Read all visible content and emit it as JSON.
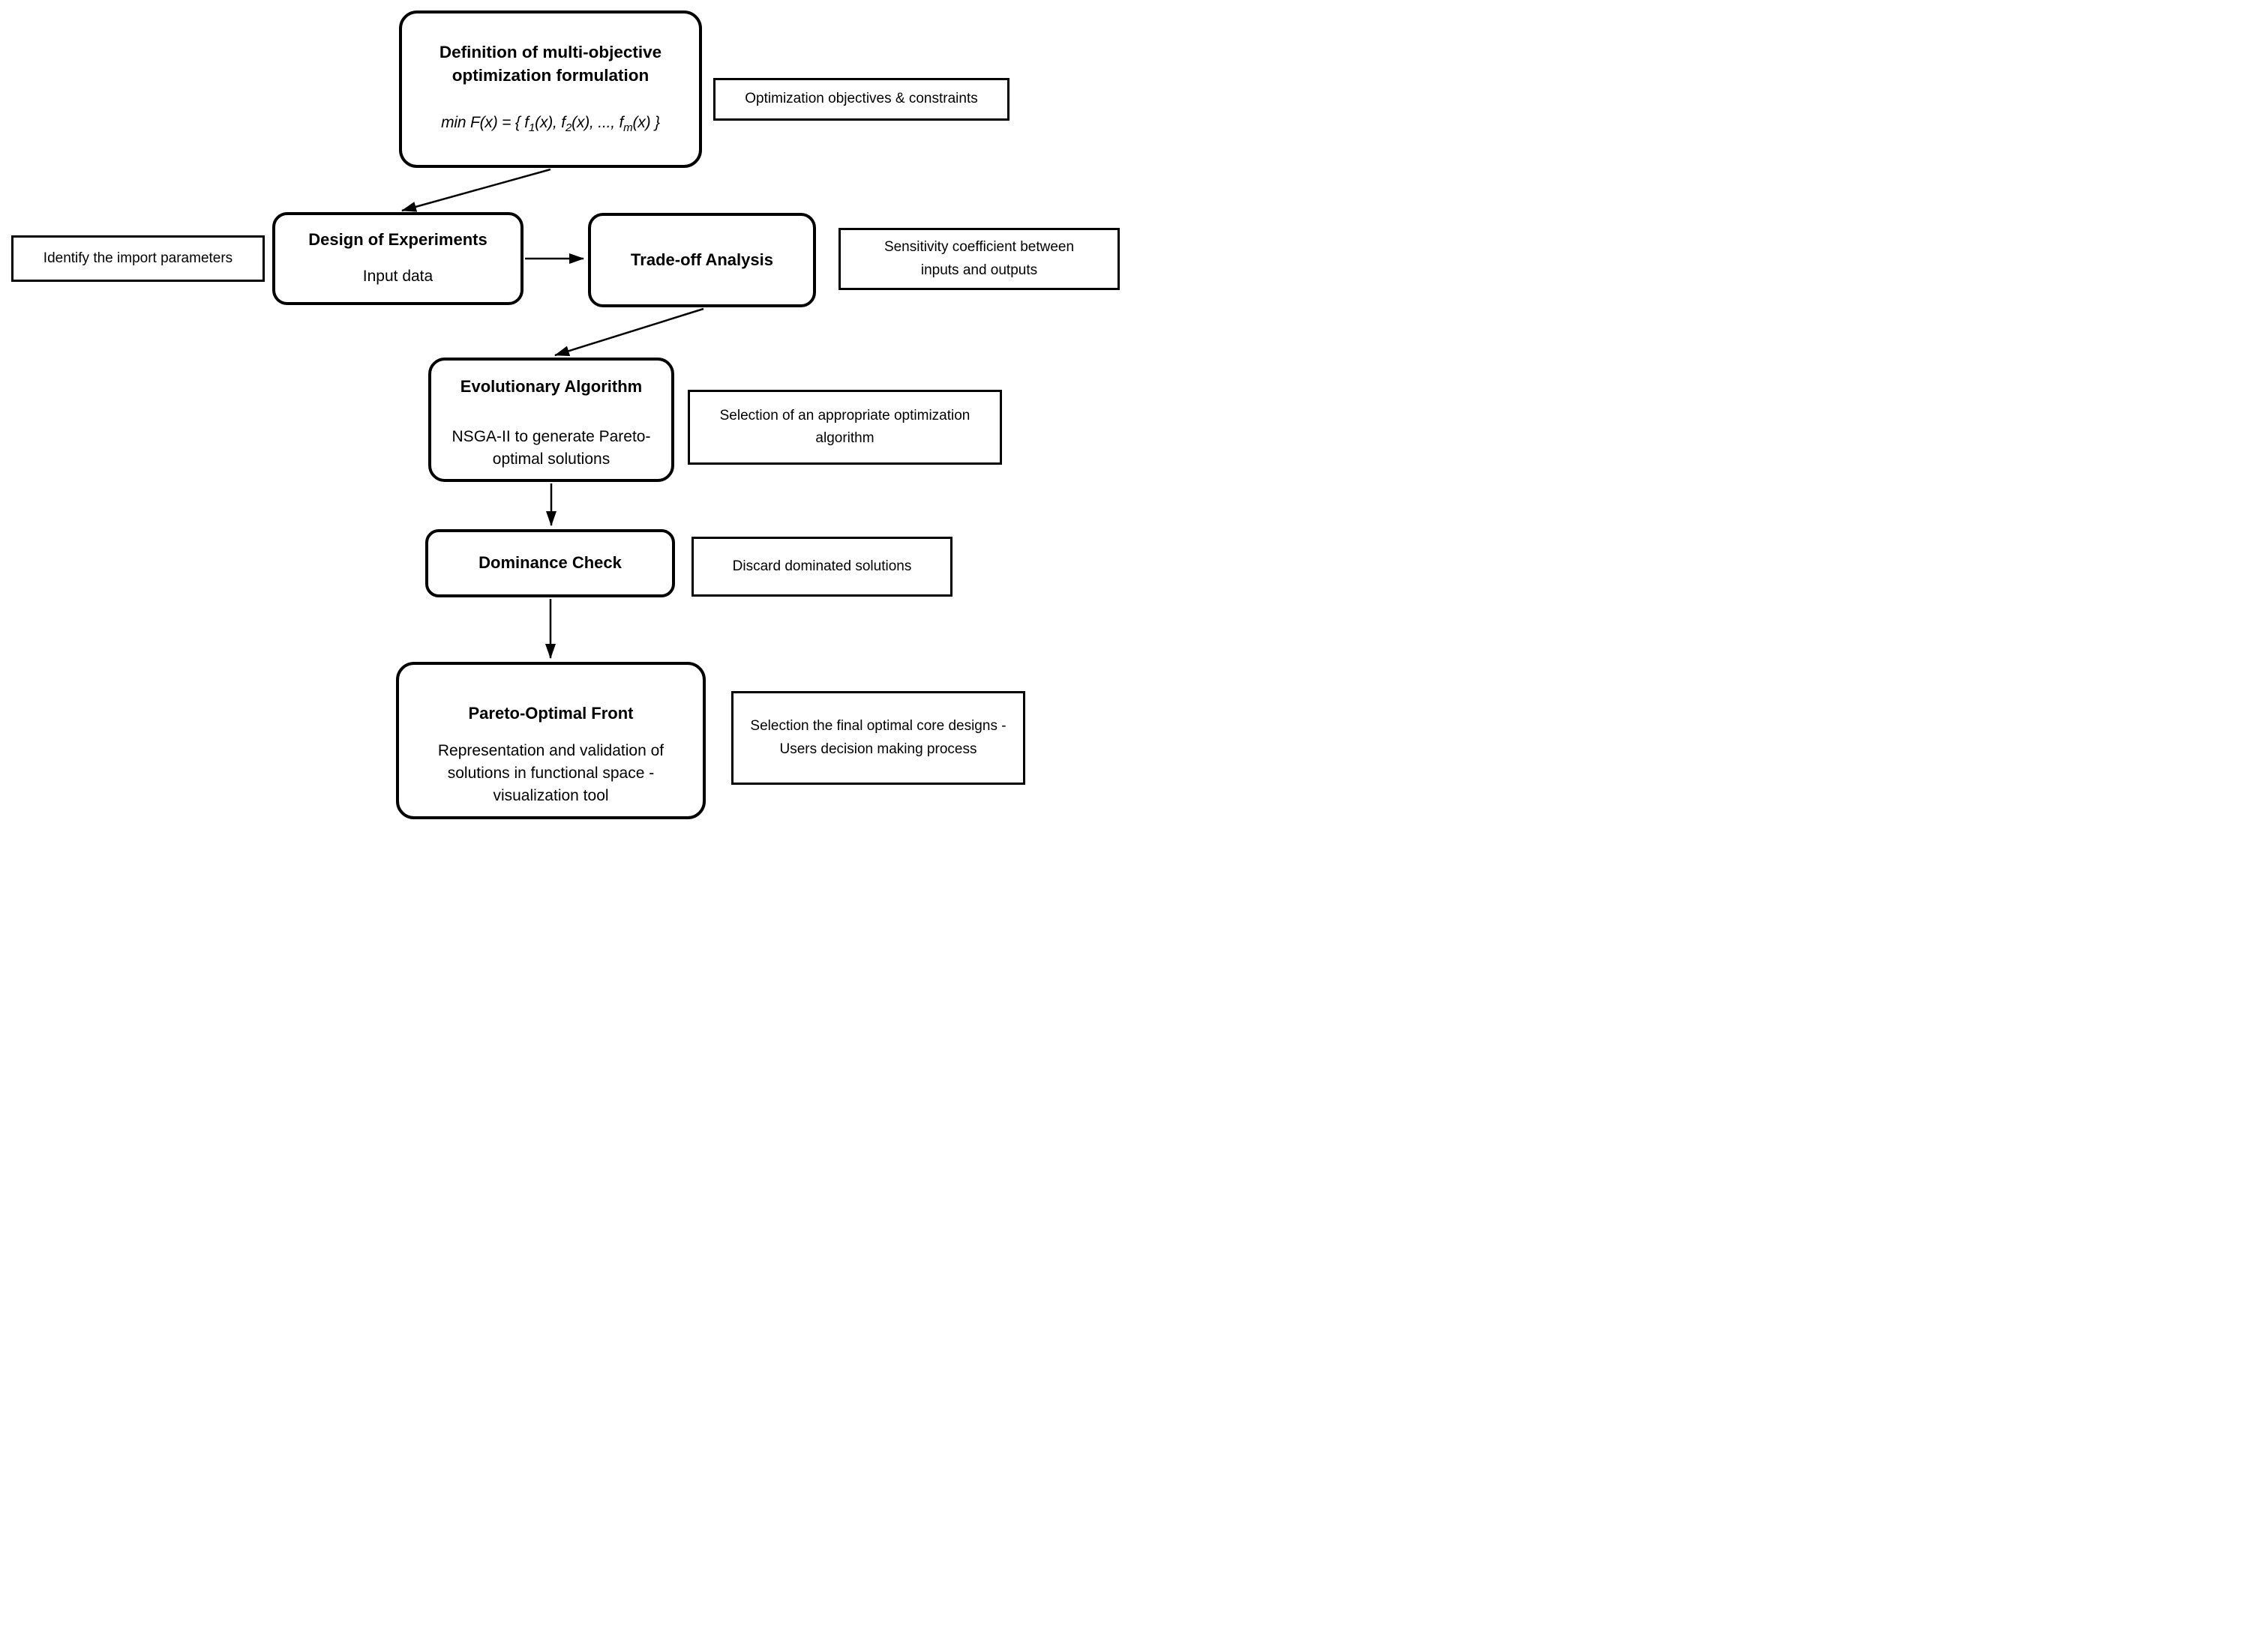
{
  "diagram": {
    "colors": {
      "stroke": "#000000",
      "background": "#ffffff"
    },
    "nodes": {
      "definition": {
        "title": "Definition of multi-objective optimization formulation",
        "formula": {
          "p1": "min F(x) = { f",
          "sub1": "1",
          "p2": "(x), f",
          "sub2": "2",
          "p3": "(x), ..., f",
          "sub3": "m",
          "p4": "(x) }"
        }
      },
      "doe": {
        "title": "Design of Experiments",
        "body": "Input data"
      },
      "tradeoff": {
        "title": "Trade-off Analysis"
      },
      "ea": {
        "title": "Evolutionary Algorithm",
        "body": "NSGA-II to generate Pareto-optimal solutions"
      },
      "dominance": {
        "title": "Dominance Check"
      },
      "pareto": {
        "title": "Pareto-Optimal Front",
        "body": "Representation and validation of solutions in functional space - visualization tool"
      }
    },
    "annotations": {
      "objectives": "Optimization objectives & constraints",
      "parameters": "Identify the import parameters",
      "sensitivity": "Sensitivity coefficient between inputs and outputs",
      "selection_algorithm": "Selection of an appropriate optimization algorithm",
      "discard": "Discard dominated solutions",
      "final_selection": "Selection the final optimal core designs - Users decision making process"
    }
  }
}
